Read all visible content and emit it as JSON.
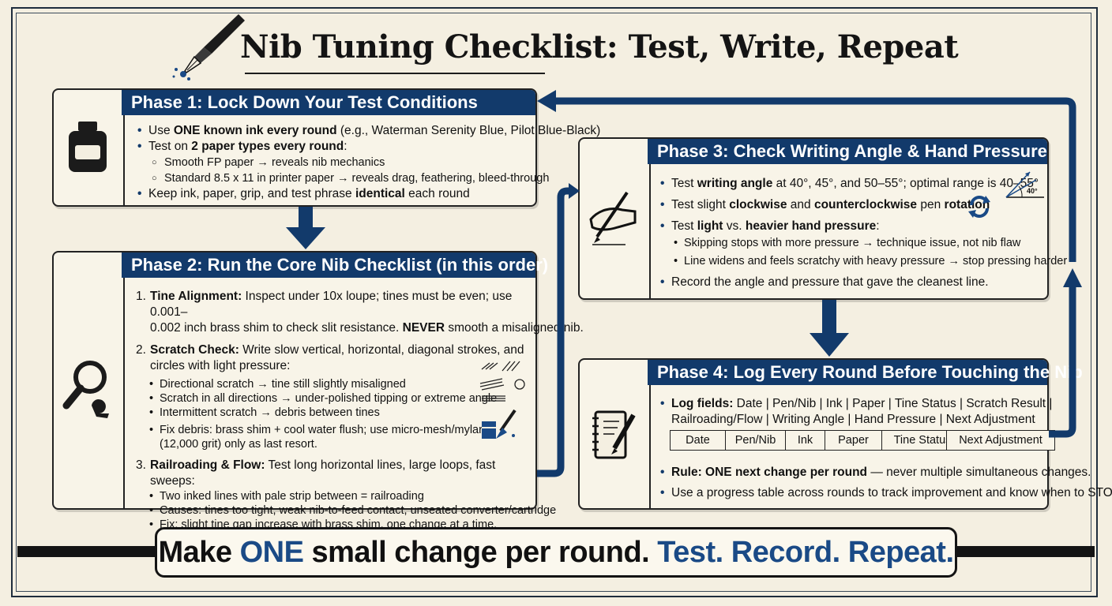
{
  "title": "Nib Tuning Checklist: Test, Write, Repeat",
  "colors": {
    "header_blue": "#123a6b",
    "accent_blue": "#1a4a86",
    "background": "#f4efe1",
    "ink": "#111111"
  },
  "phase1": {
    "heading": "Phase 1: Lock Down Your Test Conditions",
    "icon": "ink-bottle-icon",
    "b1_pre": "Use ",
    "b1_bold": "ONE known ink every round",
    "b1_post": " (e.g., Waterman Serenity Blue, Pilot Blue-Black)",
    "b2_pre": "Test on ",
    "b2_bold": "2 paper types every round",
    "b2_post": ":",
    "sub1": "Smooth FP paper → reveals nib mechanics",
    "sub2": "Standard 8.5 x 11 in printer paper → reveals drag, feathering, bleed-through",
    "b3_pre": "Keep ink, paper, grip, and test phrase ",
    "b3_bold": "identical",
    "b3_post": " each round"
  },
  "phase2": {
    "heading": "Phase 2: Run the Core Nib Checklist (in this order)",
    "icon": "magnifier-wrench-icon",
    "i1_num": "1.",
    "i1_bold": "Tine Alignment:",
    "i1_text": " Inspect under 10x loupe; tines must be even; use 0.001–",
    "i1_line2_pre": "0.002 inch brass shim to check slit resistance. ",
    "i1_line2_bold": "NEVER",
    "i1_line2_post": " smooth a misaligned nib.",
    "i2_num": "2.",
    "i2_bold": "Scratch Check:",
    "i2_text": " Write slow vertical, horizontal, diagonal strokes, and",
    "i2_line2": "circles with light pressure:",
    "i2_s1": "Directional scratch → tine still slightly misaligned",
    "i2_s2": "Scratch in all directions → under-polished tipping or extreme angle",
    "i2_s3": "Intermittent scratch → debris between tines",
    "i2_s4a": "Fix debris: brass shim + cool water flush; use micro-mesh/mylar",
    "i2_s4b": "(12,000 grit) only as last resort.",
    "i3_num": "3.",
    "i3_bold": "Railroading & Flow:",
    "i3_text": " Test long horizontal lines, large loops, fast sweeps:",
    "i3_s1": "Two inked lines with pale strip between = railroading",
    "i3_s2": "Causes: tines too tight, weak nib-to-feed contact, unseated converter/cartridge",
    "i3_s3": "Fix: slight tine gap increase with brass shim, one change at a time."
  },
  "phase3": {
    "heading": "Phase 3: Check Writing Angle & Hand Pressure",
    "icon": "hand-writing-icon",
    "angle_label": "40°",
    "b1_pre": "Test ",
    "b1_bold": "writing angle",
    "b1_post": " at 40°, 45°, and 50–55°; optimal range is 40–55°",
    "b2_pre": "Test slight ",
    "b2_bold1": "clockwise",
    "b2_mid": " and ",
    "b2_bold2": "counterclockwise",
    "b2_mid2": " pen ",
    "b2_bold3": "rotation",
    "b3_pre": "Test ",
    "b3_bold1": "light",
    "b3_mid": " vs. ",
    "b3_bold2": "heavier hand pressure",
    "b3_post": ":",
    "s1": "Skipping stops with more pressure → technique issue, not nib flaw",
    "s2": "Line widens and feels scratchy with heavy pressure → stop pressing harder",
    "b4": "Record the angle and pressure that gave the cleanest line."
  },
  "phase4": {
    "heading": "Phase 4: Log Every Round Before Touching the Nib",
    "icon": "notebook-pencil-icon",
    "fields_bold": "Log fields:",
    "fields_text": " Date | Pen/Nib | Ink | Paper | Tine Status | Scratch Result |",
    "fields_line2": "Railroading/Flow | Writing Angle | Hand Pressure | Next Adjustment",
    "table": [
      "Date",
      "Pen/Nib",
      "Ink",
      "Paper",
      "Tine Status"
    ],
    "table_last": "Next Adjustment",
    "rule_bold": "Rule: ONE next change per round",
    "rule_post": " — never multiple simultaneous changes.",
    "progress": "Use a progress table across rounds to track improvement and know when to STOP."
  },
  "banner": {
    "p1": "Make ",
    "p2": "ONE",
    "p3": " small change per round. ",
    "p4": "Test. Record. Repeat."
  }
}
